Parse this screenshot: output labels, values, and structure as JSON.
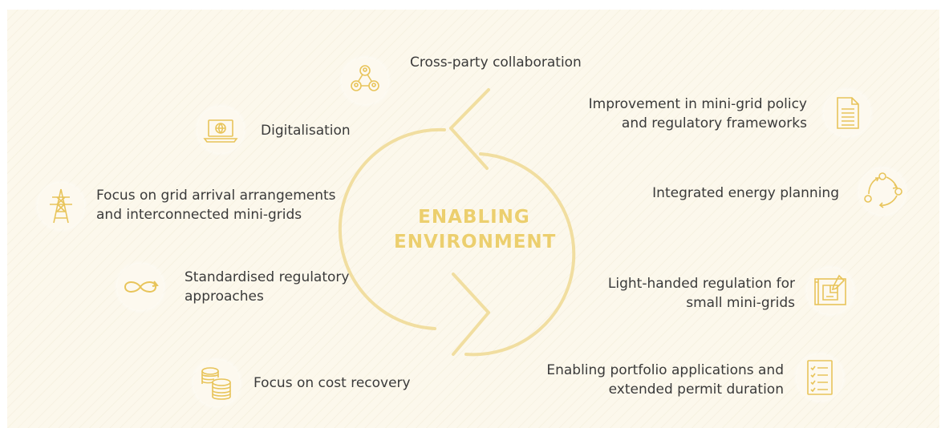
{
  "center": {
    "line1": "ENABLING",
    "line2": "ENVIRONMENT"
  },
  "items": {
    "cross_party": {
      "lines": [
        "Cross-party collaboration"
      ],
      "icon": "collaboration-network-icon"
    },
    "digitalisation": {
      "lines": [
        "Digitalisation"
      ],
      "icon": "laptop-globe-icon"
    },
    "grid_arrival": {
      "lines": [
        "Focus on grid arrival arrangements",
        "and interconnected mini-grids"
      ],
      "icon": "transmission-tower-icon"
    },
    "standardised": {
      "lines": [
        "Standardised regulatory",
        "approaches"
      ],
      "icon": "infinity-loop-icon"
    },
    "cost_recovery": {
      "lines": [
        "Focus on cost recovery"
      ],
      "icon": "coin-stack-icon"
    },
    "policy": {
      "lines": [
        "Improvement in mini-grid policy",
        "and regulatory frameworks"
      ],
      "icon": "document-icon"
    },
    "planning": {
      "lines": [
        "Integrated energy planning"
      ],
      "icon": "cycle-nodes-icon"
    },
    "light_handed": {
      "lines": [
        "Light-handed regulation for",
        "small mini-grids"
      ],
      "icon": "blueprint-icon"
    },
    "portfolio": {
      "lines": [
        "Enabling portfolio applications and",
        "extended permit duration"
      ],
      "icon": "checklist-icon"
    }
  },
  "colors": {
    "accent": "#e8c45a",
    "text": "#3a3a3a",
    "background": "#fcf8ec"
  }
}
